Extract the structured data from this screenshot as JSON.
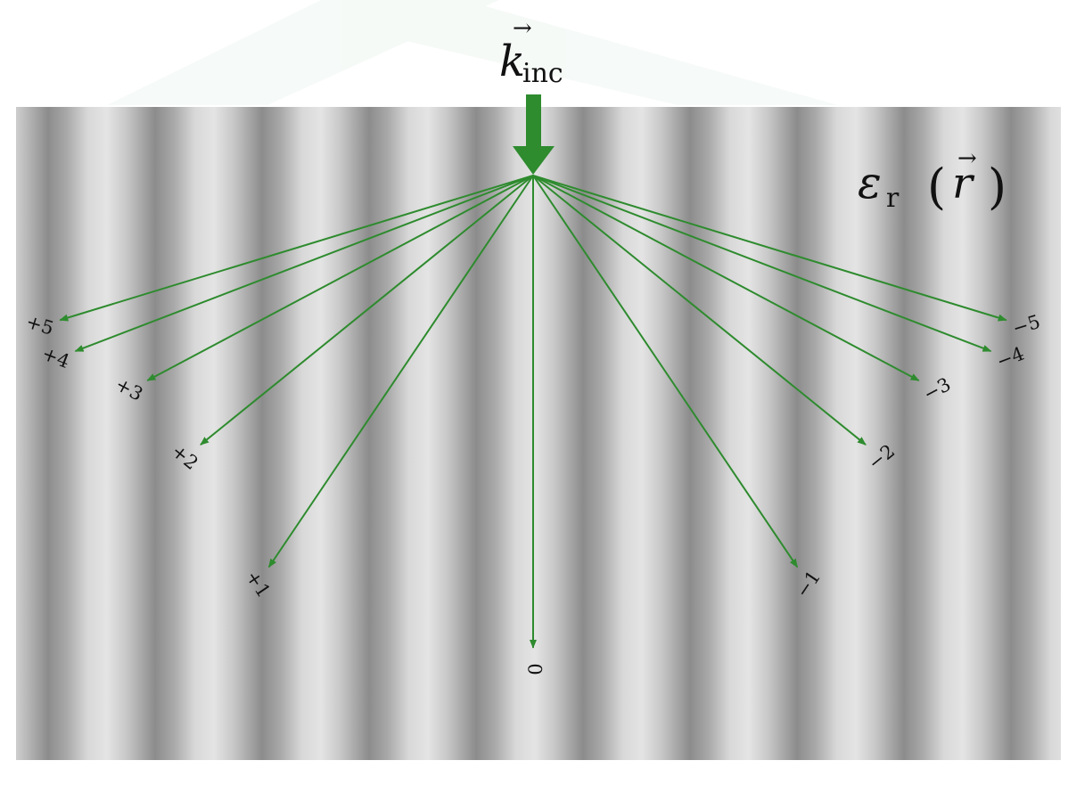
{
  "incident": {
    "symbol": "k",
    "subscript": "inc"
  },
  "medium": {
    "symbol": "ε",
    "subscript": "r",
    "argument": "r",
    "open_paren": "(",
    "close_paren": ")"
  },
  "diffraction_orders": [
    {
      "label": "+5",
      "angle_deg": -73
    },
    {
      "label": "+4",
      "angle_deg": -69
    },
    {
      "label": "+3",
      "angle_deg": -62
    },
    {
      "label": "+2",
      "angle_deg": -51
    },
    {
      "label": "+1",
      "angle_deg": -34
    },
    {
      "label": "0",
      "angle_deg": 0
    },
    {
      "label": "−1",
      "angle_deg": 34
    },
    {
      "label": "−2",
      "angle_deg": 51
    },
    {
      "label": "−3",
      "angle_deg": 62
    },
    {
      "label": "−4",
      "angle_deg": 69
    },
    {
      "label": "−5",
      "angle_deg": 73
    }
  ],
  "colors": {
    "arrow_green": "#2e8b2e",
    "background_white": "#ffffff",
    "medium_light": "#dedede",
    "medium_dark": "#8a8a8a",
    "watermark": "#eef6f1"
  }
}
